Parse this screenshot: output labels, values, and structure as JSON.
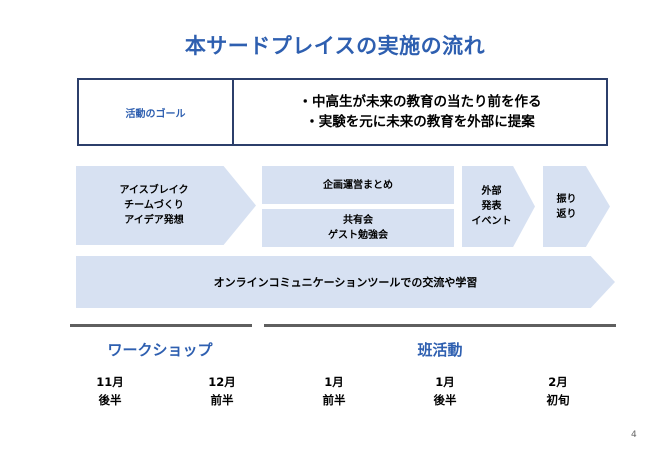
{
  "title": "本サードプレイスの実施の流れ",
  "goal": {
    "label": "活動のゴール",
    "lines": [
      "・中高生が未来の教育の当たり前を作る",
      "・実験を元に未来の教育を外部に提案"
    ]
  },
  "flow": {
    "step1": [
      "アイスブレイク",
      "チームづくり",
      "アイデア発想"
    ],
    "step2a": [
      "企画運営まとめ"
    ],
    "step2b": [
      "共有会",
      "ゲスト勉強会"
    ],
    "step3": [
      "外部",
      "発表",
      "イベント"
    ],
    "step4": [
      "振り",
      "返り"
    ],
    "bottom": "オンラインコミュニケーションツールでの交流や学習"
  },
  "phases": {
    "workshop": "ワークショップ",
    "club": "班活動"
  },
  "timeline": [
    [
      "11月",
      "後半"
    ],
    [
      "12月",
      "前半"
    ],
    [
      "1月",
      "前半"
    ],
    [
      "1月",
      "後半"
    ],
    [
      "2月",
      "初旬"
    ]
  ],
  "page_number": "4"
}
